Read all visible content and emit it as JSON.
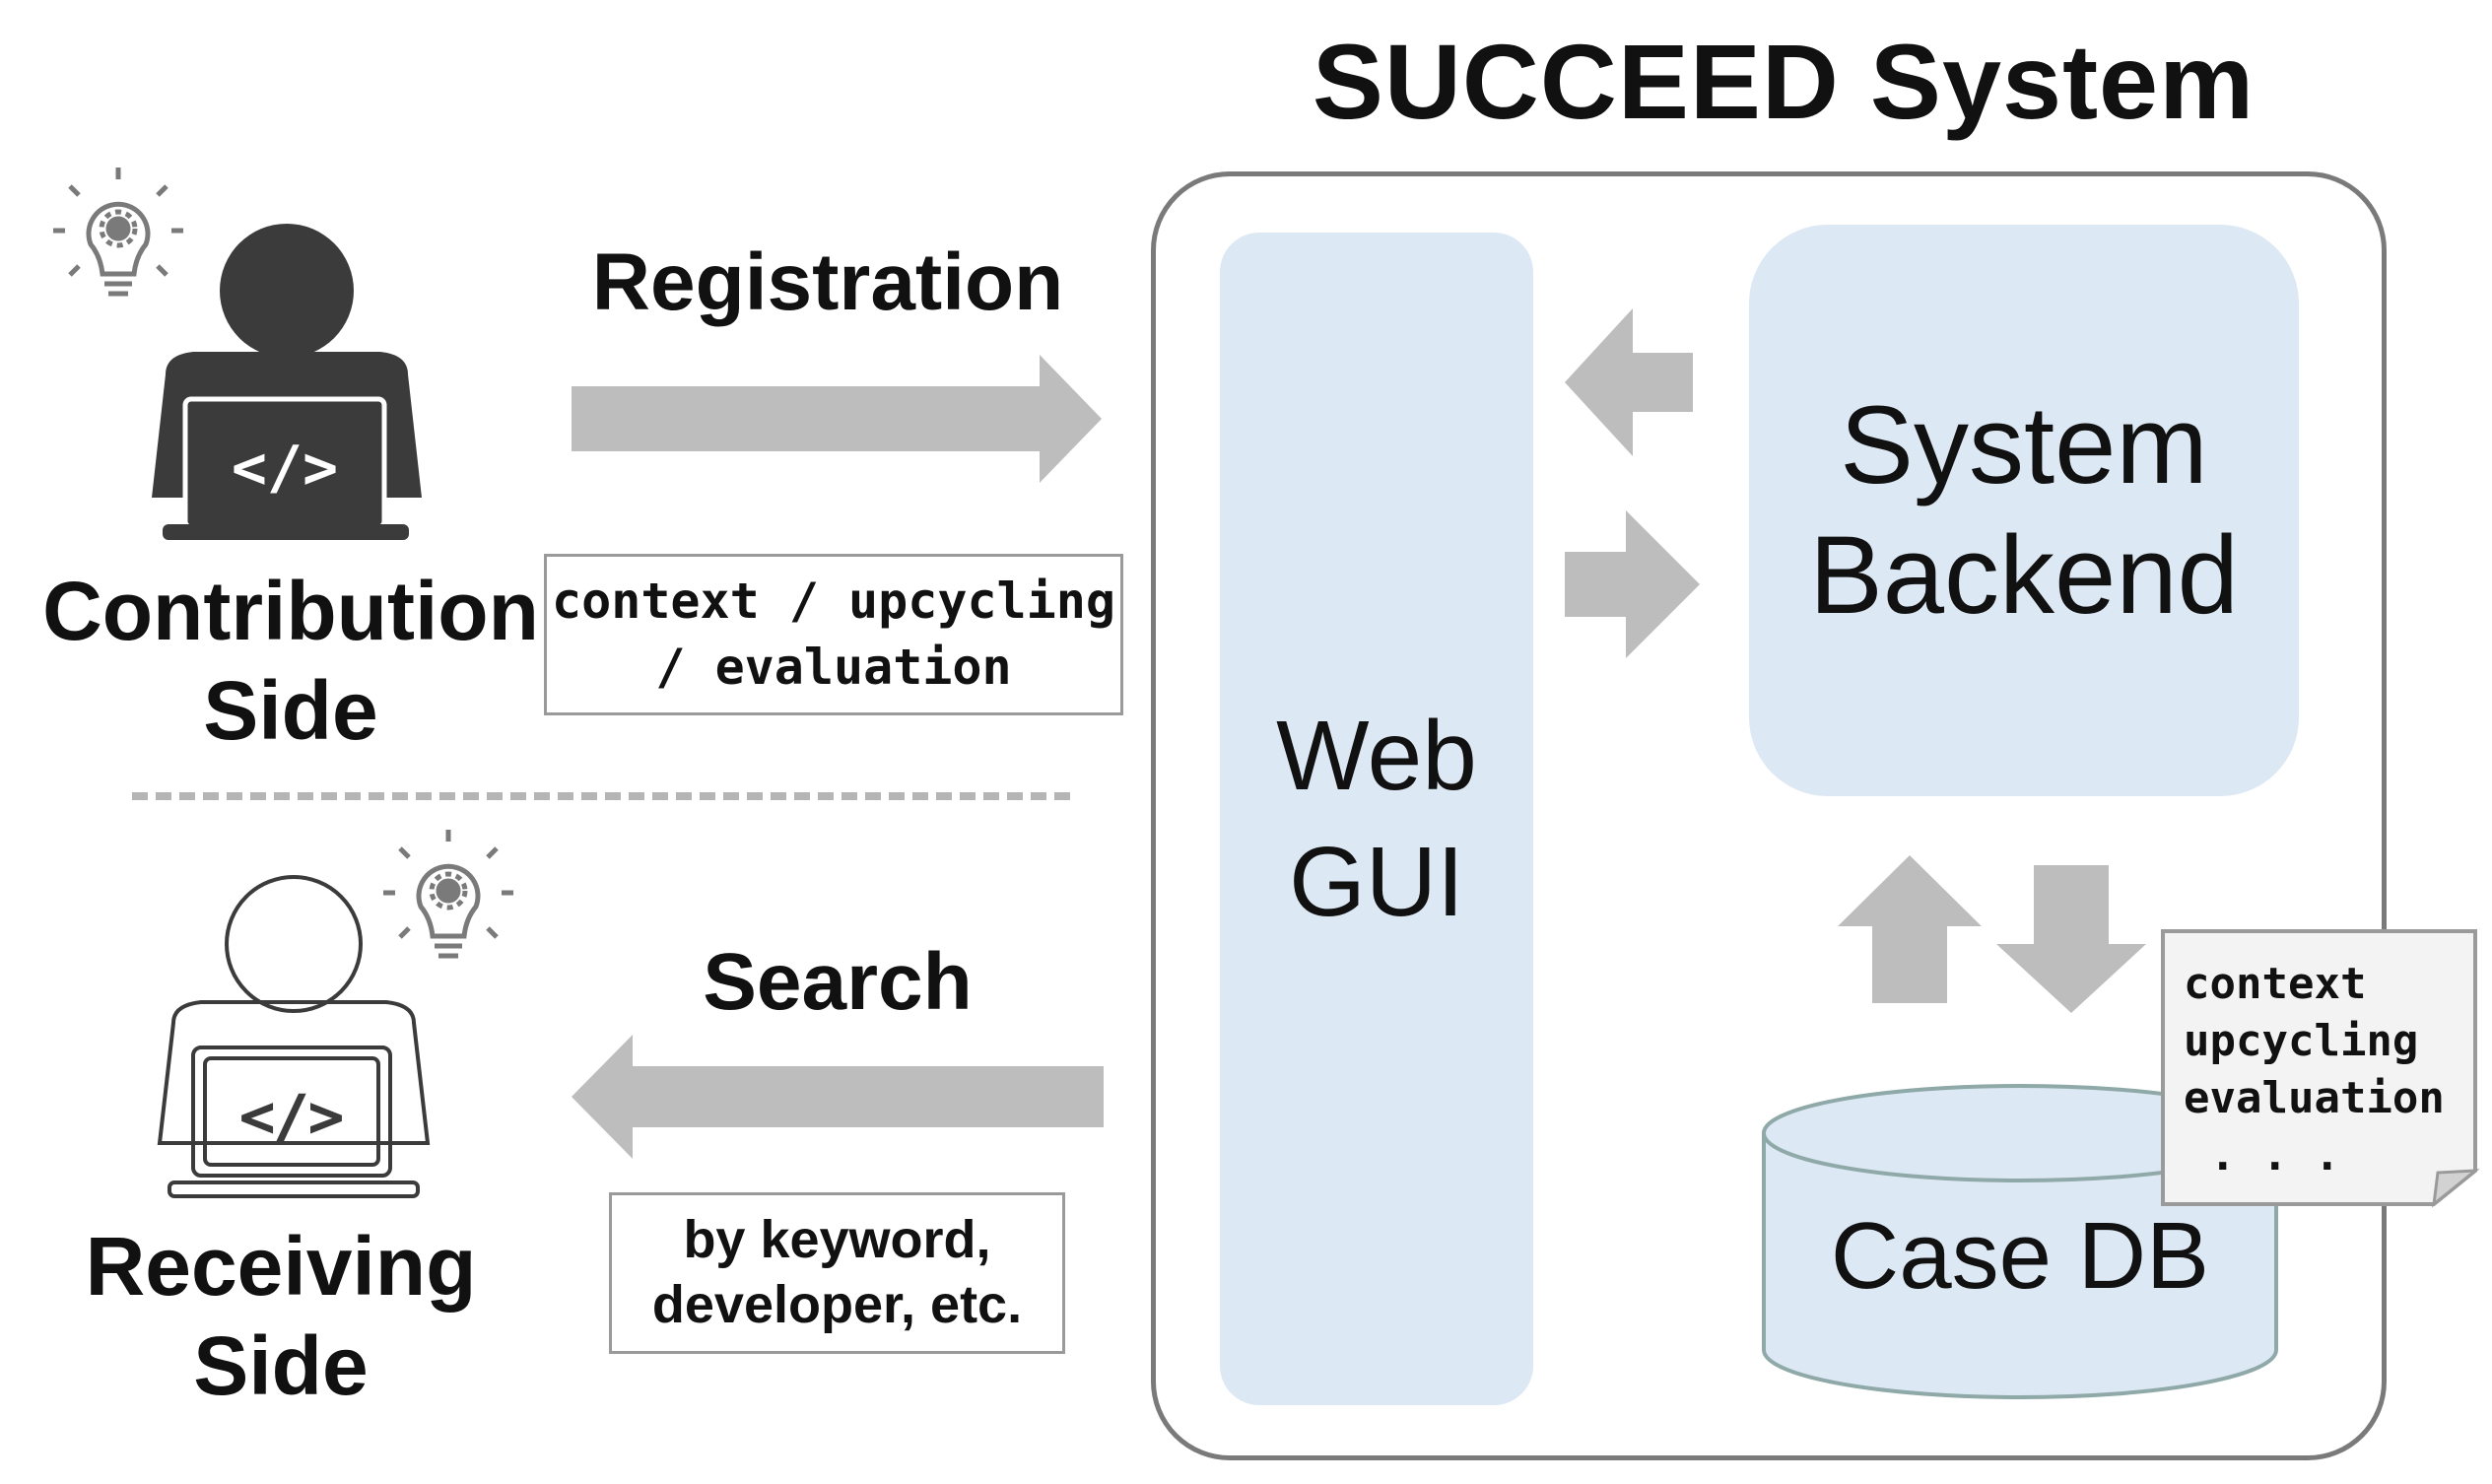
{
  "title": "SUCCEED System",
  "contribution": {
    "label_line1": "Contribution",
    "label_line2": "Side",
    "arrow_label": "Registration",
    "note_line1": "context / upcycling",
    "note_line2": "/ evaluation"
  },
  "receiving": {
    "label_line1": "Receiving",
    "label_line2": "Side",
    "arrow_label": "Search",
    "note_line1": "by keyword,",
    "note_line2": "developer,  etc."
  },
  "system": {
    "web_gui_line1": "Web",
    "web_gui_line2": "GUI",
    "backend_line1": "System",
    "backend_line2": "Backend",
    "case_db": "Case DB",
    "doc_lines": [
      "context",
      "upcycling",
      "evaluation",
      " . . ."
    ]
  },
  "icons": {
    "code_glyph": "</>"
  },
  "colors": {
    "box_fill": "#dce8f4",
    "arrow": "#bdbdbd",
    "person_dark": "#3b3b3b",
    "border": "#7a7a7a"
  }
}
